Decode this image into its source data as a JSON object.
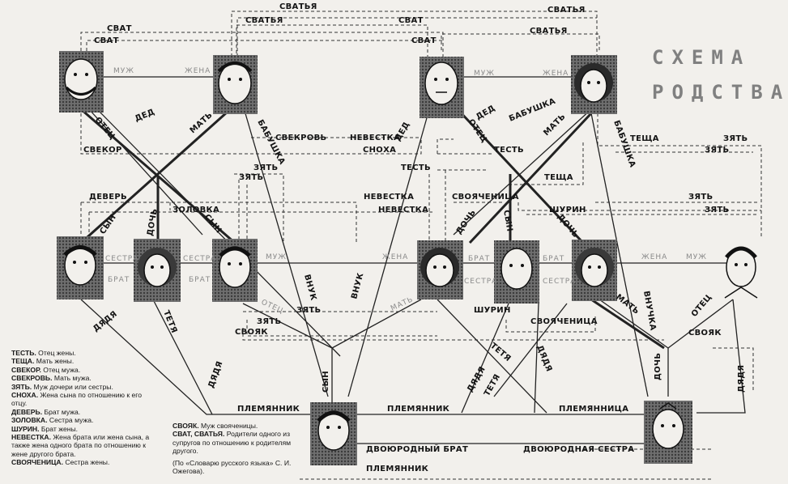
{
  "title": {
    "line1": "СХЕМА",
    "line2": "РОДСТВА"
  },
  "relations": {
    "svatya": "СВАТЬЯ",
    "svat": "СВАТ",
    "muzh": "МУЖ",
    "zhena": "ЖЕНА",
    "otec": "ОТЕЦ",
    "mat": "МАТЬ",
    "ded": "ДЕД",
    "babushka": "БАБУШКА",
    "svekrov": "СВЕКРОВЬ",
    "svekor": "СВЕКОР",
    "nevestka": "НЕВЕСТКА",
    "snokha": "СНОХА",
    "test": "ТЕСТЬ",
    "teshcha": "ТЕЩА",
    "zyat": "ЗЯТЬ",
    "dever": "ДЕВЕРЬ",
    "zolovka": "ЗОЛОВКА",
    "syn": "СЫН",
    "doch": "ДОЧЬ",
    "sestra": "СЕСТРА",
    "brat": "БРАТ",
    "svoyachenitsa": "СВОЯЧЕНИЦА",
    "shurin": "ШУРИН",
    "svoyak": "СВОЯК",
    "vnuk": "ВНУК",
    "vnuchka": "ВНУЧКА",
    "dyadya": "ДЯДЯ",
    "tetya": "ТЕТЯ",
    "plemyannik": "ПЛЕМЯННИК",
    "plemyannitsa": "ПЛЕМЯННИЦА",
    "dvoyurodny_brat": "ДВОЮРОДНЫЙ БРАТ",
    "dvoyurodnaya_sestra": "ДВОЮРОДНАЯ СЕСТРА"
  },
  "legend": [
    {
      "term": "ТЕСТЬ.",
      "def": " Отец жены."
    },
    {
      "term": "ТЕЩА.",
      "def": " Мать жены."
    },
    {
      "term": "СВЕКОР.",
      "def": " Отец мужа."
    },
    {
      "term": "СВЕКРОВЬ.",
      "def": " Мать мужа."
    },
    {
      "term": "ЗЯТЬ.",
      "def": " Муж дочери или сестры."
    },
    {
      "term": "СНОХА.",
      "def": " Жена сына по отношению к его отцу."
    },
    {
      "term": "ДЕВЕРЬ.",
      "def": " Брат мужа."
    },
    {
      "term": "ЗОЛОВКА.",
      "def": " Сестра мужа."
    },
    {
      "term": "ШУРИН.",
      "def": " Брат жены."
    },
    {
      "term": "НЕВЕСТКА.",
      "def": " Жена брата или жена сына, а также жена одного брата по отношению к жене другого брата."
    },
    {
      "term": "СВОЯЧЕНИЦА.",
      "def": " Сестра жены."
    }
  ],
  "note": [
    {
      "term": "СВОЯК.",
      "def": " Муж свояченицы."
    },
    {
      "term": "СВАТ, СВАТЬЯ.",
      "def": " Родители одного из супругов по отношению к родителям другого."
    }
  ],
  "source": "(По «Словарю русского языка» С. И. Ожегова)."
}
